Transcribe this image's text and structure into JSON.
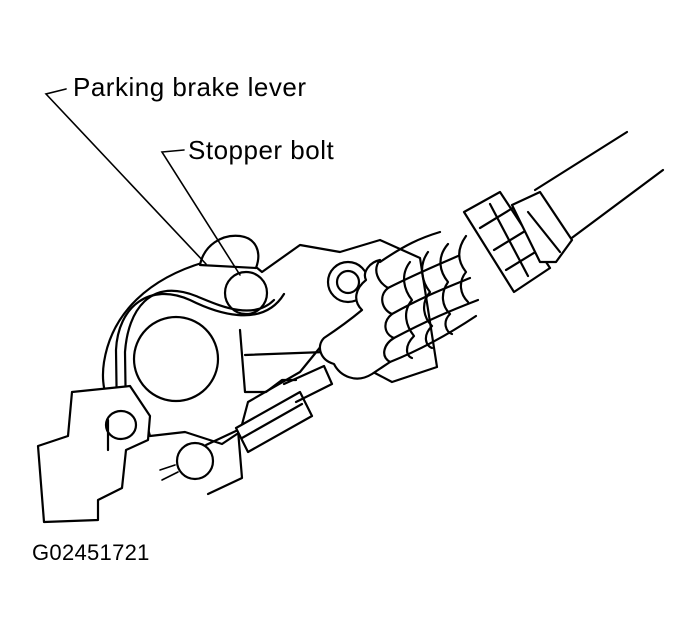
{
  "labels": {
    "parking_brake_lever": "Parking brake lever",
    "stopper_bolt": "Stopper bolt"
  },
  "figure_code": "G02451721",
  "colors": {
    "line": "#000000",
    "background": "#ffffff"
  }
}
